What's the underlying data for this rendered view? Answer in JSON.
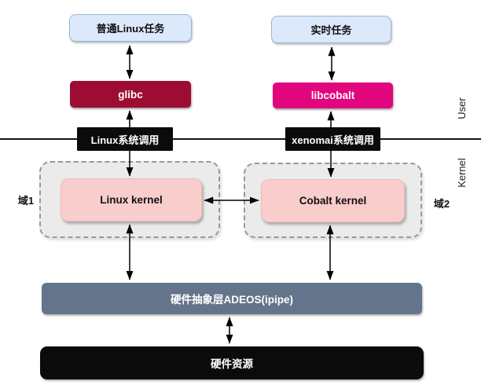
{
  "labels": {
    "normal_task": "普通Linux任务",
    "realtime_task": "实时任务",
    "glibc": "glibc",
    "libcobalt": "libcobalt",
    "linux_syscall": "Linux系统调用",
    "xenomai_syscall": "xenomai系统调用",
    "linux_kernel": "Linux kernel",
    "cobalt_kernel": "Cobalt kernel",
    "domain1": "域1",
    "domain2": "域2",
    "adeos": "硬件抽象层ADEOS(ipipe)",
    "hardware": "硬件资源",
    "user_space": "User",
    "kernel_space": "Kernel"
  },
  "colors": {
    "task-fill": "#dbe9fb",
    "task-border": "#9fb6d4",
    "glibc-fill": "#9d0d33",
    "libcobalt-fill": "#e2067e",
    "syscall-fill": "#0b0b0b",
    "domain-fill": "#ebebeb",
    "domain-border": "#999999",
    "kernel-fill": "#f8cdcb",
    "kernel-border": "#eebbb8",
    "adeos-fill": "#64748a",
    "hardware-fill": "#0b0b0b",
    "arrow": "#000000"
  }
}
